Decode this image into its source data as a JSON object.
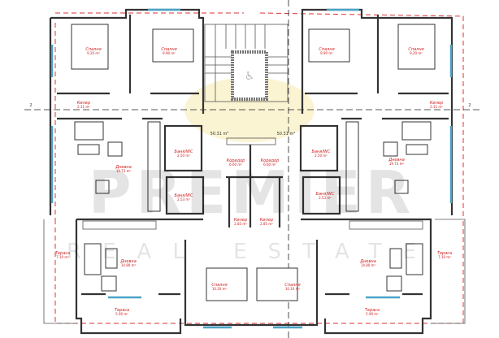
{
  "watermark": {
    "brand": "PREMIER",
    "sub": "REAL ESTATE"
  },
  "colors": {
    "walls": "#333333",
    "labels": "#d01818",
    "windows": "#4aa3c8",
    "boundary": "#dd3333",
    "stair_glow": "#f7e9a8"
  },
  "apartment_area": "50.31 m²",
  "axis_label": "2",
  "rooms": [
    {
      "name": "Спалня",
      "area": "9.20 m²"
    },
    {
      "name": "Спалня",
      "area": "9.90 m²"
    },
    {
      "name": "Спалня",
      "area": "9.90 m²"
    },
    {
      "name": "Спалня",
      "area": "9.20 m²"
    },
    {
      "name": "Килер",
      "area": "2.11 m²"
    },
    {
      "name": "Килер",
      "area": "2.11 m²"
    },
    {
      "name": "Дневна",
      "area": "19.73 m²"
    },
    {
      "name": "Дневна",
      "area": "19.73 m²"
    },
    {
      "name": "Баня/WC",
      "area": "2.50 m²"
    },
    {
      "name": "Баня/WC",
      "area": "2.50 m²"
    },
    {
      "name": "Баня/WC",
      "area": "2.53 m²"
    },
    {
      "name": "Баня/WC",
      "area": "2.53 m²"
    },
    {
      "name": "Коридор",
      "area": "6.60 m²"
    },
    {
      "name": "Коридор",
      "area": "6.60 m²"
    },
    {
      "name": "Килер",
      "area": "2.85 m²"
    },
    {
      "name": "Килер",
      "area": "2.85 m²"
    },
    {
      "name": "Дневна",
      "area": "14.80 m²"
    },
    {
      "name": "Дневна",
      "area": "14.80 m²"
    },
    {
      "name": "Тераса",
      "area": "7.10 m²"
    },
    {
      "name": "Тераса",
      "area": "7.10 m²"
    },
    {
      "name": "Тераса",
      "area": "5.90 m²"
    },
    {
      "name": "Тераса",
      "area": "5.90 m²"
    },
    {
      "name": "Спалня",
      "area": "10.10 m²"
    },
    {
      "name": "Спалня",
      "area": "10.10 m²"
    }
  ]
}
